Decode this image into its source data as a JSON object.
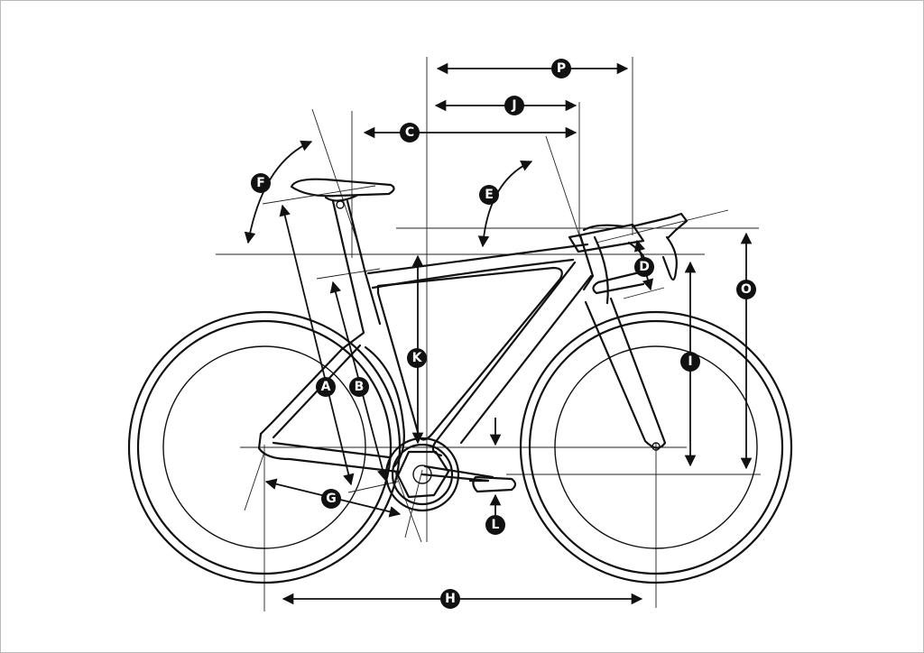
{
  "labels": {
    "A": "A",
    "B": "B",
    "C": "C",
    "D": "D",
    "E": "E",
    "F": "F",
    "G": "G",
    "H": "H",
    "I": "I",
    "J": "J",
    "K": "K",
    "L": "L",
    "O": "O",
    "P": "P"
  }
}
